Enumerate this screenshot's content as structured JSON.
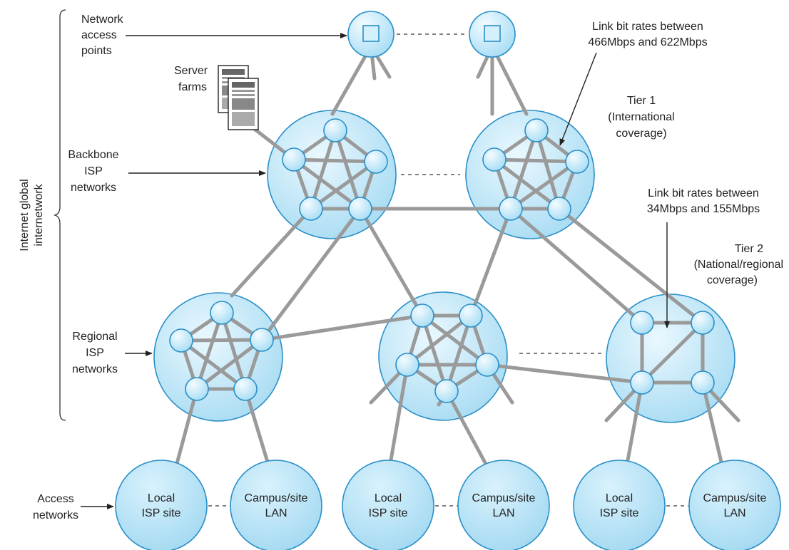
{
  "labels": {
    "network_access_points": [
      "Network",
      "access",
      "points"
    ],
    "server_farms": [
      "Server",
      "farms"
    ],
    "backbone_isp": [
      "Backbone",
      "ISP",
      "networks"
    ],
    "regional_isp": [
      "Regional",
      "ISP",
      "networks"
    ],
    "access_networks": [
      "Access",
      "networks"
    ],
    "internet_global": [
      "Internet global",
      "internetwork"
    ],
    "tier1_rates": [
      "Link bit rates between",
      "466Mbps and 622Mbps"
    ],
    "tier1": [
      "Tier 1",
      "(International",
      "coverage)"
    ],
    "tier2_rates": [
      "Link bit rates between",
      "34Mbps and 155Mbps"
    ],
    "tier2": [
      "Tier 2",
      "(National/regional",
      "coverage)"
    ]
  },
  "access_sites": [
    [
      "Local",
      "ISP site"
    ],
    [
      "Campus/site",
      "LAN"
    ],
    [
      "Local",
      "ISP site"
    ],
    [
      "Campus/site",
      "LAN"
    ],
    [
      "Local",
      "ISP site"
    ],
    [
      "Campus/site",
      "LAN"
    ]
  ],
  "colors": {
    "cloud_fill": "#bfe6f7",
    "node_fill": "#cdeefc",
    "node_stroke": "#2a8fc7",
    "link": "#9a9a9a"
  }
}
